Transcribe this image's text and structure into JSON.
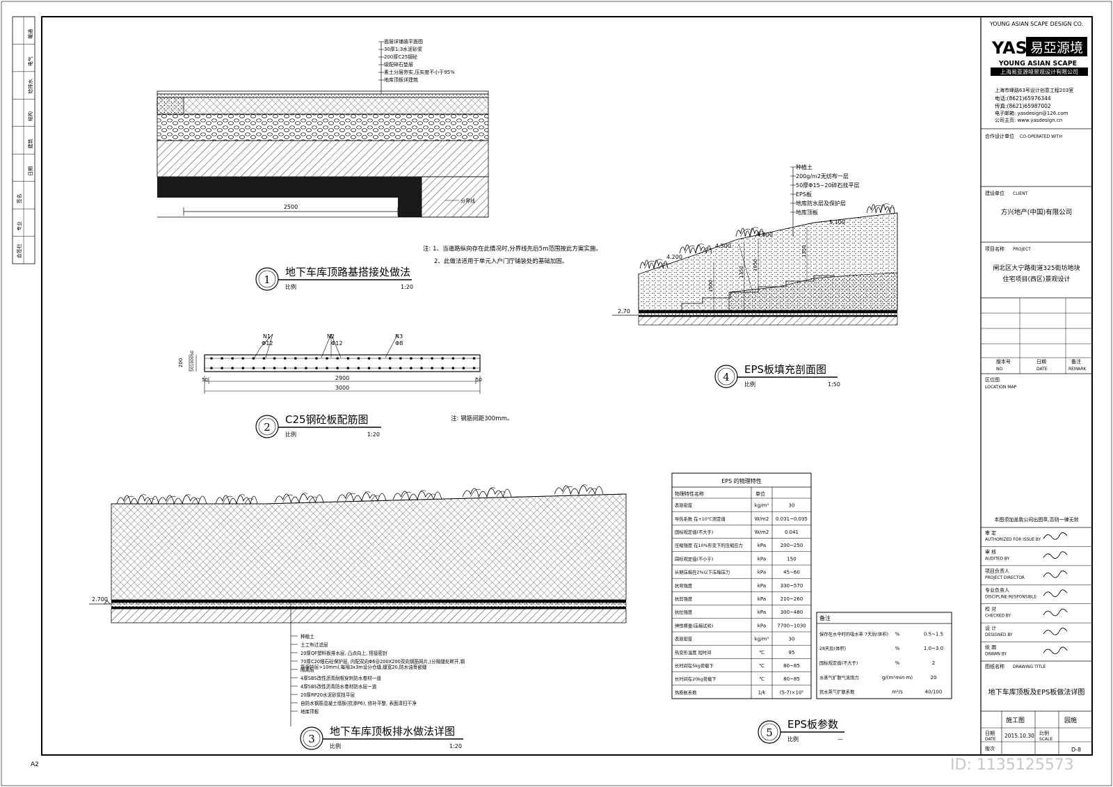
{
  "left_strip": [
    "会签栏",
    "专业",
    "签名",
    "日期",
    "建筑",
    "结构",
    "给排水",
    "电气",
    "暖通"
  ],
  "sheet_size": "A2",
  "title_block": {
    "company_en_small": "YOUNG ASIAN SCAPE DESIGN CO.",
    "logo_yas": "YAS",
    "logo_cn": "易亞源境",
    "logo_en": "YOUNG ASIAN SCAPE",
    "logo_sub": "上海易亚源境景观设计有限公司",
    "address": "上海市峰路63号设计创意工程203室",
    "tel": "电话:(8621)65976344",
    "fax": "传真:(8621)65987002",
    "email": "电子邮箱: yasdesign@126.com",
    "web": "公司主页: www.yasdesign.cn",
    "cooperated_label": "合作设计单位",
    "cooperated_en": "CO-OPERATED WITH",
    "client_label": "建设单位",
    "client_en": "CLIENT",
    "client": "方兴地产(中国)有限公司",
    "project_label": "项目名称",
    "project_en": "PROJECT",
    "project_line1": "闸北区大宁路街道325街坊地块",
    "project_line2": "住宅项目(西区)景观设计",
    "rev_no": "版本号",
    "rev_no_en": "NO.",
    "rev_date": "日期",
    "rev_date_en": "DATE",
    "rev_remark": "备注",
    "rev_remark_en": "REMARK",
    "location_label": "区位图",
    "location_en": "LOCATION MAP",
    "stamp_note": "本图须加盖我公司出图章,否则一律无效",
    "signoffs": [
      {
        "cn": "审  定",
        "en": "AUTHORIZED FOR ISSUE BY"
      },
      {
        "cn": "审  核",
        "en": "AUDITED BY"
      },
      {
        "cn": "项目负责人",
        "en": "PROJECT DIRECTOR"
      },
      {
        "cn": "专业负责人",
        "en": "DISCIPLINE RESPONSIBLE"
      },
      {
        "cn": "校  对",
        "en": "CHECKED BY"
      },
      {
        "cn": "设  计",
        "en": "DESIGNED BY"
      },
      {
        "cn": "绘  图",
        "en": "DRAWN BY"
      }
    ],
    "drawing_title_label": "图纸名称",
    "drawing_title_en": "DRAWING TITLE",
    "drawing_title": "地下车库顶板及EPS板做法详图",
    "stage": "施工图",
    "discipline": "园施",
    "date_label": "日期",
    "date_en": "DATE",
    "date_value": "2015.10.30",
    "scale_label": "比例",
    "scale_en": "SCALE",
    "version_label": "版次",
    "sheet_no": "D-8",
    "watermark_id": "ID: 1135125573"
  },
  "detail1": {
    "num": "1",
    "title": "地下车库顶路基搭接处做法",
    "scale_label": "比例",
    "scale": "1:20",
    "layers": [
      "面层详铺装平面图",
      "30厚1:3水泥砂浆",
      "200厚C25钢砼",
      "级配碎石垫层",
      "素土分层夯实,压实度不小于95%",
      "地库顶板详建筑"
    ],
    "dim": "2500",
    "boundary": "分界线",
    "notes": [
      "注: 1、当道路纵向存在此情况时,分界线先后5m范围按此方案实施。",
      "2、此做法适用于单元入户门厅铺装处的基础加固。"
    ]
  },
  "detail2": {
    "num": "2",
    "title": "C25钢砼板配筋图",
    "scale_label": "比例",
    "scale": "1:20",
    "rebars": [
      {
        "n": "N1",
        "d": "Φ12"
      },
      {
        "n": "N2",
        "d": "Φ12"
      },
      {
        "n": "N3",
        "d": "Φ8"
      }
    ],
    "dims": {
      "end_left": "50",
      "mid": "2900",
      "end_right": "50",
      "total": "3000",
      "height": "200",
      "h_sub": "50100050"
    },
    "note": "注: 钢筋间距300mm。"
  },
  "detail3": {
    "num": "3",
    "title": "地下车库顶板排水做法详图",
    "scale_label": "比例",
    "scale": "1:20",
    "level": "2.700",
    "layers": [
      "种植土",
      "土工布过滤层",
      "20厚QF塑料板排水层, 凸点向上, 搭接密封",
      "70厚C20细石砼保护层, 内配双向Φ6@200X200双向钢筋网片,(分隔缝处断开,钢筋保护层>10mm),每隔3x3m设分仓缝,缝宽20,防水油膏嵌缝",
      "隔离层",
      "4厚SBS改性沥青耐根穿刺防水卷材一道",
      "4厚SBS改性沥青防水卷材防水层一道",
      "20厚RP20水泥砂浆找平层",
      "自防水钢筋混凝土墙板(抗渗P6), 修补平整, 表面清扫干净",
      "地库顶板"
    ]
  },
  "detail4": {
    "num": "4",
    "title": "EPS板填充剖面图",
    "scale_label": "比例",
    "scale": "1:50",
    "layers": [
      "种植土",
      "200g/m2无纺布一层",
      "50厚Φ15~20碎石找平层",
      "EPS板",
      "地库防水层及保护层",
      "地库顶板"
    ],
    "levels": [
      "4.200",
      "4.500",
      "4.800",
      "5.100",
      "2.70"
    ],
    "dims": [
      "1500",
      "1350",
      "1050",
      "1350",
      "1500"
    ]
  },
  "eps_table": {
    "title": "EPS  的物理特性",
    "head": [
      "物理特性名称",
      "单位",
      ""
    ],
    "rows": [
      [
        "表观密度",
        "kg/m³",
        "30"
      ],
      [
        "导热系数 在+10℃测定值",
        "W/m2",
        "0.031~0.035"
      ],
      [
        "国标规定值(不大于)",
        "W/m2",
        "0.041"
      ],
      [
        "压缩强度 在10%形变下的压缩应力",
        "kPa",
        "200~250"
      ],
      [
        "国标规定值(不小于)",
        "kPa",
        "150"
      ],
      [
        "长期压缩在2%以下压缩压力",
        "kPa",
        "45~60"
      ],
      [
        "抗弯强度",
        "kPa",
        "330~570"
      ],
      [
        "抗剪强度",
        "kPa",
        "210~260"
      ],
      [
        "抗拉强度",
        "kPa",
        "300~480"
      ],
      [
        "弹性模量(压缩试验)",
        "kPa",
        "7700~1030"
      ],
      [
        "表观密度",
        "kg/m³",
        "30"
      ],
      [
        "热变形温度 短时间",
        "℃",
        "95"
      ],
      [
        "长时间在5kg荷载下",
        "℃",
        "80~85"
      ],
      [
        "长时间在20kg荷载下",
        "℃",
        "80~85"
      ],
      [
        "热膨胀系数",
        "1/k",
        "(5-7)×10⁵"
      ]
    ]
  },
  "eps_table2": {
    "head": "备注",
    "rows": [
      [
        "保存在水中时的吸水率 7天后(体积)",
        "%",
        "0.5~1.5"
      ],
      [
        "28天后(体积)",
        "%",
        "1.0~3.0"
      ],
      [
        "国标规定值(不大于)",
        "%",
        "2"
      ],
      [
        "水蒸气扩散气流阻力",
        "g/(m²min·m)",
        "20"
      ],
      [
        "抗水蒸气扩散系数",
        "m²/s",
        "40/100"
      ]
    ]
  },
  "detail5": {
    "num": "5",
    "title": "EPS板参数",
    "scale_label": "比例",
    "scale": "—"
  }
}
